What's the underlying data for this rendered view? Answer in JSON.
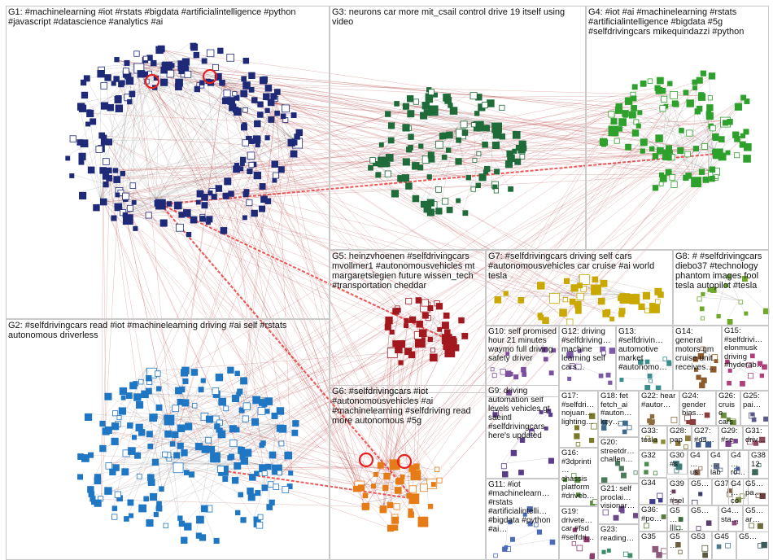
{
  "graph": {
    "groups": [
      {
        "id": "G1",
        "label": "G1: #machinelearning #iot #rstats #bigdata #artificialintelligence #python #javascript #datascience #analytics #ai",
        "color": "#1e2a78",
        "nodes": 220
      },
      {
        "id": "G2",
        "label": "G2: #selfdrivingcars read #iot #machinelearning driving #ai self #rstats autonomous driverless",
        "color": "#1f77c4",
        "nodes": 200
      },
      {
        "id": "G3",
        "label": "G3: neurons car more mit_csail control drive 19 itself using video",
        "color": "#1f6b3a",
        "nodes": 110
      },
      {
        "id": "G4",
        "label": "G4: #iot #ai #machinelearning #rstats #artificialintelligence #bigdata #5g #selfdrivingcars mikequindazzi #python",
        "color": "#2ea02c",
        "nodes": 110
      },
      {
        "id": "G5",
        "label": "G5: heinzvhoenen #selfdrivingcars mvollmer1 #autonomousvehicles mt margaretsiegien future wissen_tech #transportation cheddar",
        "color": "#a3181f",
        "nodes": 45
      },
      {
        "id": "G6",
        "label": "G6: #selfdrivingcars #iot #autonomousvehicles #ai #machinelearning #selfdriving read more autonomous #5g",
        "color": "#e57c17",
        "nodes": 40
      },
      {
        "id": "G7",
        "label": "G7: #selfdrivingcars driving self cars #autonomousvehicles car cruise #ai world tesla",
        "color": "#c9a800",
        "nodes": 40
      },
      {
        "id": "G8",
        "label": "G8: # #selfdrivingcars diebo37 #technology phantom images fool tesla autopilot #tesla",
        "color": "#6fa82b",
        "nodes": 14
      },
      {
        "id": "G9",
        "label": "G9: driving automation self levels vehicles gt saeintl #selfdrivingcars here's updated",
        "color": "#5a3d8a",
        "nodes": 14
      },
      {
        "id": "G10",
        "label": "G10: self promised hour 21 minutes waymo full driving safety driver",
        "color": "#7b4f9e",
        "nodes": 14
      },
      {
        "id": "G11",
        "label": "G11: #iot #machinelearn… #rstats #artificialintelli… #bigdata #python #ai…",
        "color": "#4c6ab5",
        "nodes": 12
      },
      {
        "id": "G12",
        "label": "G12: driving #selfdriving… machine learning self cars…",
        "color": "#7c5aa6",
        "nodes": 12
      },
      {
        "id": "G13",
        "label": "G13: #selfdrivin… automotive market #autonomo…",
        "color": "#3d8c8c",
        "nodes": 10
      },
      {
        "id": "G14",
        "label": "G14: general motors gm cruise unit receives…",
        "color": "#8c5a2b",
        "nodes": 10
      },
      {
        "id": "G15",
        "label": "G15: #selfdrivi… elonmusk driving #hyderab…",
        "color": "#b03f7a",
        "nodes": 10
      },
      {
        "id": "G16",
        "label": "G16: #3dprinti… chassis platform #driveb…",
        "color": "#5a8c3d",
        "nodes": 6
      },
      {
        "id": "G17",
        "label": "G17: #selfdri… nojuan… lighting…",
        "color": "#7a7a2b",
        "nodes": 6
      },
      {
        "id": "G18",
        "label": "G18: fet fetch_ai #auton… key…",
        "color": "#3d6b8c",
        "nodes": 6
      },
      {
        "id": "G19",
        "label": "G19: drivete… car #fsd #selfdri…",
        "color": "#8c3d6b",
        "nodes": 6
      },
      {
        "id": "G20",
        "label": "G20: streetdr… challen…",
        "color": "#4a7a5a",
        "nodes": 5
      },
      {
        "id": "G21",
        "label": "G21: self proclai… visionar…",
        "color": "#6b4a8c",
        "nodes": 5
      },
      {
        "id": "G22",
        "label": "G22: hear #autor…",
        "color": "#8c6b3d",
        "nodes": 5
      },
      {
        "id": "G23",
        "label": "G23: reading…",
        "color": "#3d8c6b",
        "nodes": 4
      },
      {
        "id": "G24",
        "label": "G24: gender bias…",
        "color": "#8c3d3d",
        "nodes": 4
      },
      {
        "id": "G25",
        "label": "G25: pai…",
        "color": "#5a5a8c",
        "nodes": 4
      },
      {
        "id": "G26",
        "label": "G26: cruise cars…",
        "color": "#6b8c3d",
        "nodes": 4
      },
      {
        "id": "G27",
        "label": "G27: #os…",
        "color": "#3d5a8c",
        "nodes": 3
      },
      {
        "id": "G28",
        "label": "G28: pap…",
        "color": "#8c7a3d",
        "nodes": 3
      },
      {
        "id": "G29",
        "label": "G29: #se…",
        "color": "#7a3d8c",
        "nodes": 3
      },
      {
        "id": "G30",
        "label": "G30 #s…",
        "color": "#3d7a7a",
        "nodes": 3
      },
      {
        "id": "G31",
        "label": "G31: driv…",
        "color": "#8c4a5a",
        "nodes": 3
      },
      {
        "id": "G32",
        "label": "G32",
        "color": "#4a8c4a",
        "nodes": 3
      },
      {
        "id": "G33",
        "label": "G33: tesla",
        "color": "#8c8c3d",
        "nodes": 3
      },
      {
        "id": "G34",
        "label": "G34",
        "color": "#3d3d8c",
        "nodes": 3
      },
      {
        "id": "G35",
        "label": "G35",
        "color": "#8c5a7a",
        "nodes": 3
      },
      {
        "id": "G36",
        "label": "G36: #po…",
        "color": "#5a7a3d",
        "nodes": 2
      },
      {
        "id": "G37",
        "label": "G37",
        "color": "#7a5a3d",
        "nodes": 2
      },
      {
        "id": "G38",
        "label": "G38 12…",
        "color": "#3d6b5a",
        "nodes": 2
      },
      {
        "id": "G39",
        "label": "G39: #selfdriv… rel…",
        "color": "#6b3d5a",
        "nodes": 2
      },
      {
        "id": "G40",
        "label": "G4… lab…",
        "color": "#5a6b8c",
        "nodes": 2
      },
      {
        "id": "G41",
        "label": "G4… us…",
        "color": "#8c6b5a",
        "nodes": 2
      },
      {
        "id": "G42",
        "label": "G4… ro…",
        "color": "#4a5a8c",
        "nodes": 2
      },
      {
        "id": "G43",
        "label": "G4… co…",
        "color": "#7a8c4a",
        "nodes": 2
      },
      {
        "id": "G44",
        "label": "G4… sta…",
        "color": "#8c4a7a",
        "nodes": 2
      },
      {
        "id": "G45",
        "label": "G45",
        "color": "#4a7a8c",
        "nodes": 2
      },
      {
        "id": "G46",
        "label": "G5… ar…",
        "color": "#6b6b3d",
        "nodes": 2
      },
      {
        "id": "G47",
        "label": "G5… |||…",
        "color": "#3d6b3d",
        "nodes": 2
      },
      {
        "id": "G48",
        "label": "G5… pa…",
        "color": "#6b3d3d",
        "nodes": 2
      },
      {
        "id": "G49",
        "label": "G5…",
        "color": "#3d3d6b",
        "nodes": 2
      },
      {
        "id": "G50",
        "label": "G5…",
        "color": "#5a3d6b",
        "nodes": 2
      },
      {
        "id": "G51",
        "label": "G5…",
        "color": "#6b5a3d",
        "nodes": 2
      },
      {
        "id": "G52",
        "label": "G5…",
        "color": "#3d5a5a",
        "nodes": 2
      },
      {
        "id": "G53",
        "label": "G53",
        "color": "#5a5a3d",
        "nodes": 2
      }
    ],
    "edge_colors": {
      "within": "#9a9a9a",
      "between": "#b33a3a",
      "highlight": "#e82020"
    }
  }
}
